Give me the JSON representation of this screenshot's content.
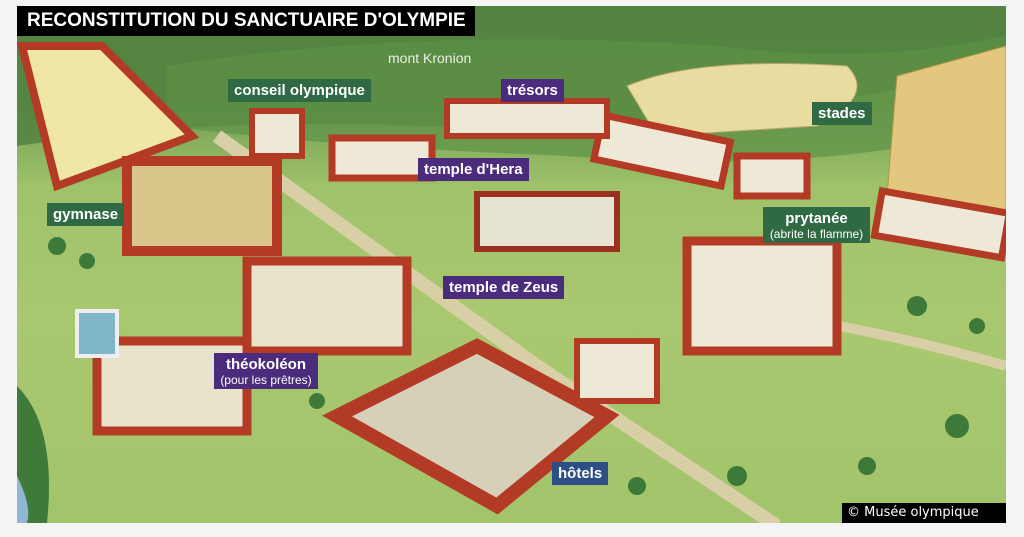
{
  "title": "RECONSTITUTION DU SANCTUAIRE D'OLYMPIE",
  "labels": {
    "mont_kronion": "mont Kronion",
    "conseil": "conseil olympique",
    "tresors": "trésors",
    "stades": "stades",
    "temple_hera": "temple d'Hera",
    "gymnase": "gymnase",
    "prytanee": "prytanée",
    "prytanee_sub": "(abrite la flamme)",
    "temple_zeus": "temple de Zeus",
    "theokoleon": "théokoléon",
    "theokoleon_sub": "(pour les prêtres)",
    "hotels": "hôtels"
  },
  "credit": "© Musée olympique",
  "colors": {
    "green_label": "#2f6a45",
    "purple_label": "#4b2c7c",
    "blue_label": "#2d4f86"
  }
}
